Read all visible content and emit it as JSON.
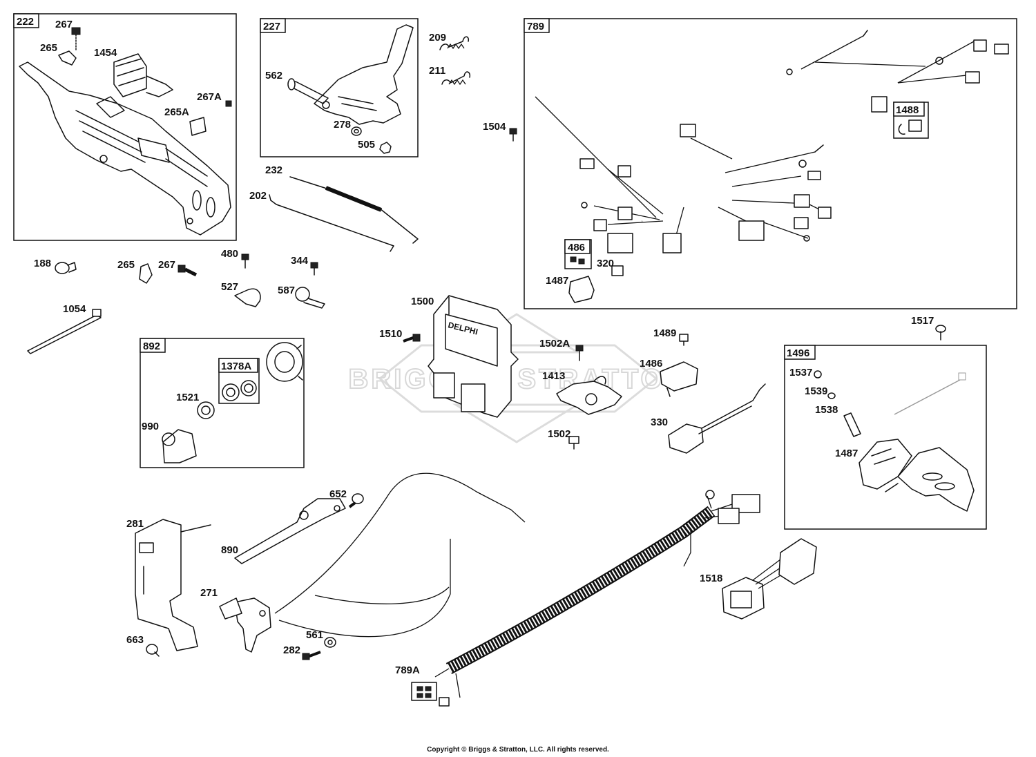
{
  "watermark": "BRIGGS & STRATTON",
  "ecu_brand": "DELPHI",
  "copyright": "Copyright © Briggs & Stratton, LLC. All rights reserved.",
  "boxes": [
    {
      "id": "222"
    },
    {
      "id": "227"
    },
    {
      "id": "789"
    },
    {
      "id": "1488"
    },
    {
      "id": "486"
    },
    {
      "id": "892"
    },
    {
      "id": "1378A"
    },
    {
      "id": "1496"
    }
  ],
  "callouts": [
    "267",
    "265",
    "1454",
    "267A",
    "265A",
    "562",
    "278",
    "505",
    "209",
    "211",
    "1504",
    "232",
    "202",
    "320",
    "1487",
    "188",
    "265",
    "267",
    "480",
    "344",
    "527",
    "587",
    "1054",
    "1500",
    "1510",
    "1502A",
    "1413",
    "1502",
    "1489",
    "1486",
    "330",
    "1517",
    "1537",
    "1539",
    "1538",
    "1487",
    "1521",
    "990",
    "652",
    "281",
    "890",
    "271",
    "561",
    "282",
    "663",
    "789A",
    "1518"
  ]
}
